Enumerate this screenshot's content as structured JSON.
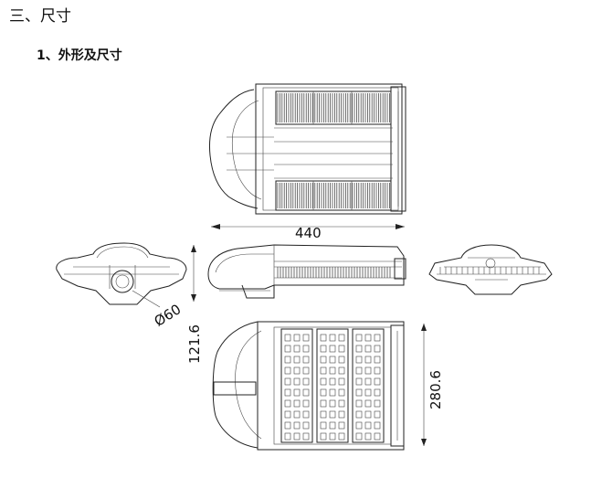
{
  "section_title": "三、尺寸",
  "subsection_title": "1、外形及尺寸",
  "dimensions": {
    "length": "440",
    "diameter": "Ø60",
    "height": "121.6",
    "width": "280.6"
  },
  "colors": {
    "line": "#222222",
    "background": "#ffffff"
  }
}
